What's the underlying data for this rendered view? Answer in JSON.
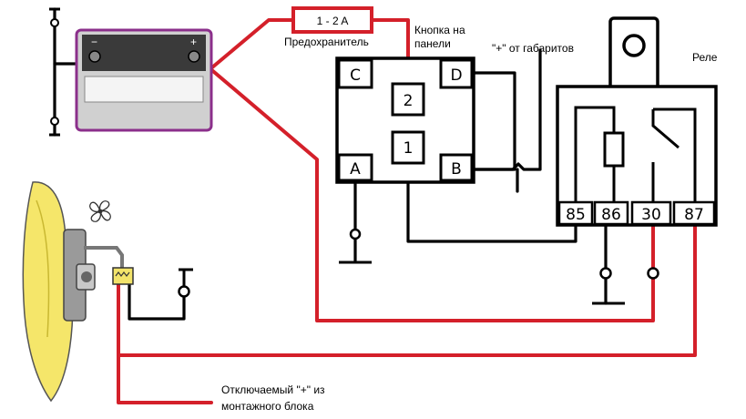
{
  "labels": {
    "fuse": "1 - 2 A",
    "fuse_caption": "Предохранитель",
    "button_caption_1": "Кнопка на",
    "button_caption_2": "панели",
    "parking_lights": "\"+\" от габаритов",
    "relay": "Реле",
    "switched_plus_1": "Отключаемый \"+\" из",
    "switched_plus_2": "монтажного блока"
  },
  "button_terminals": [
    "C",
    "D",
    "2",
    "1",
    "A",
    "B"
  ],
  "relay_pins": [
    "85",
    "86",
    "30",
    "87"
  ],
  "battery_terminals": [
    "−",
    "+"
  ],
  "colors": {
    "wire_red": "#d4202a",
    "battery_frame": "#8b2f8b",
    "fan_yellow": "#f5e66a",
    "wire_black": "#000000"
  },
  "icons": [
    "fan-icon",
    "ground-icon"
  ]
}
